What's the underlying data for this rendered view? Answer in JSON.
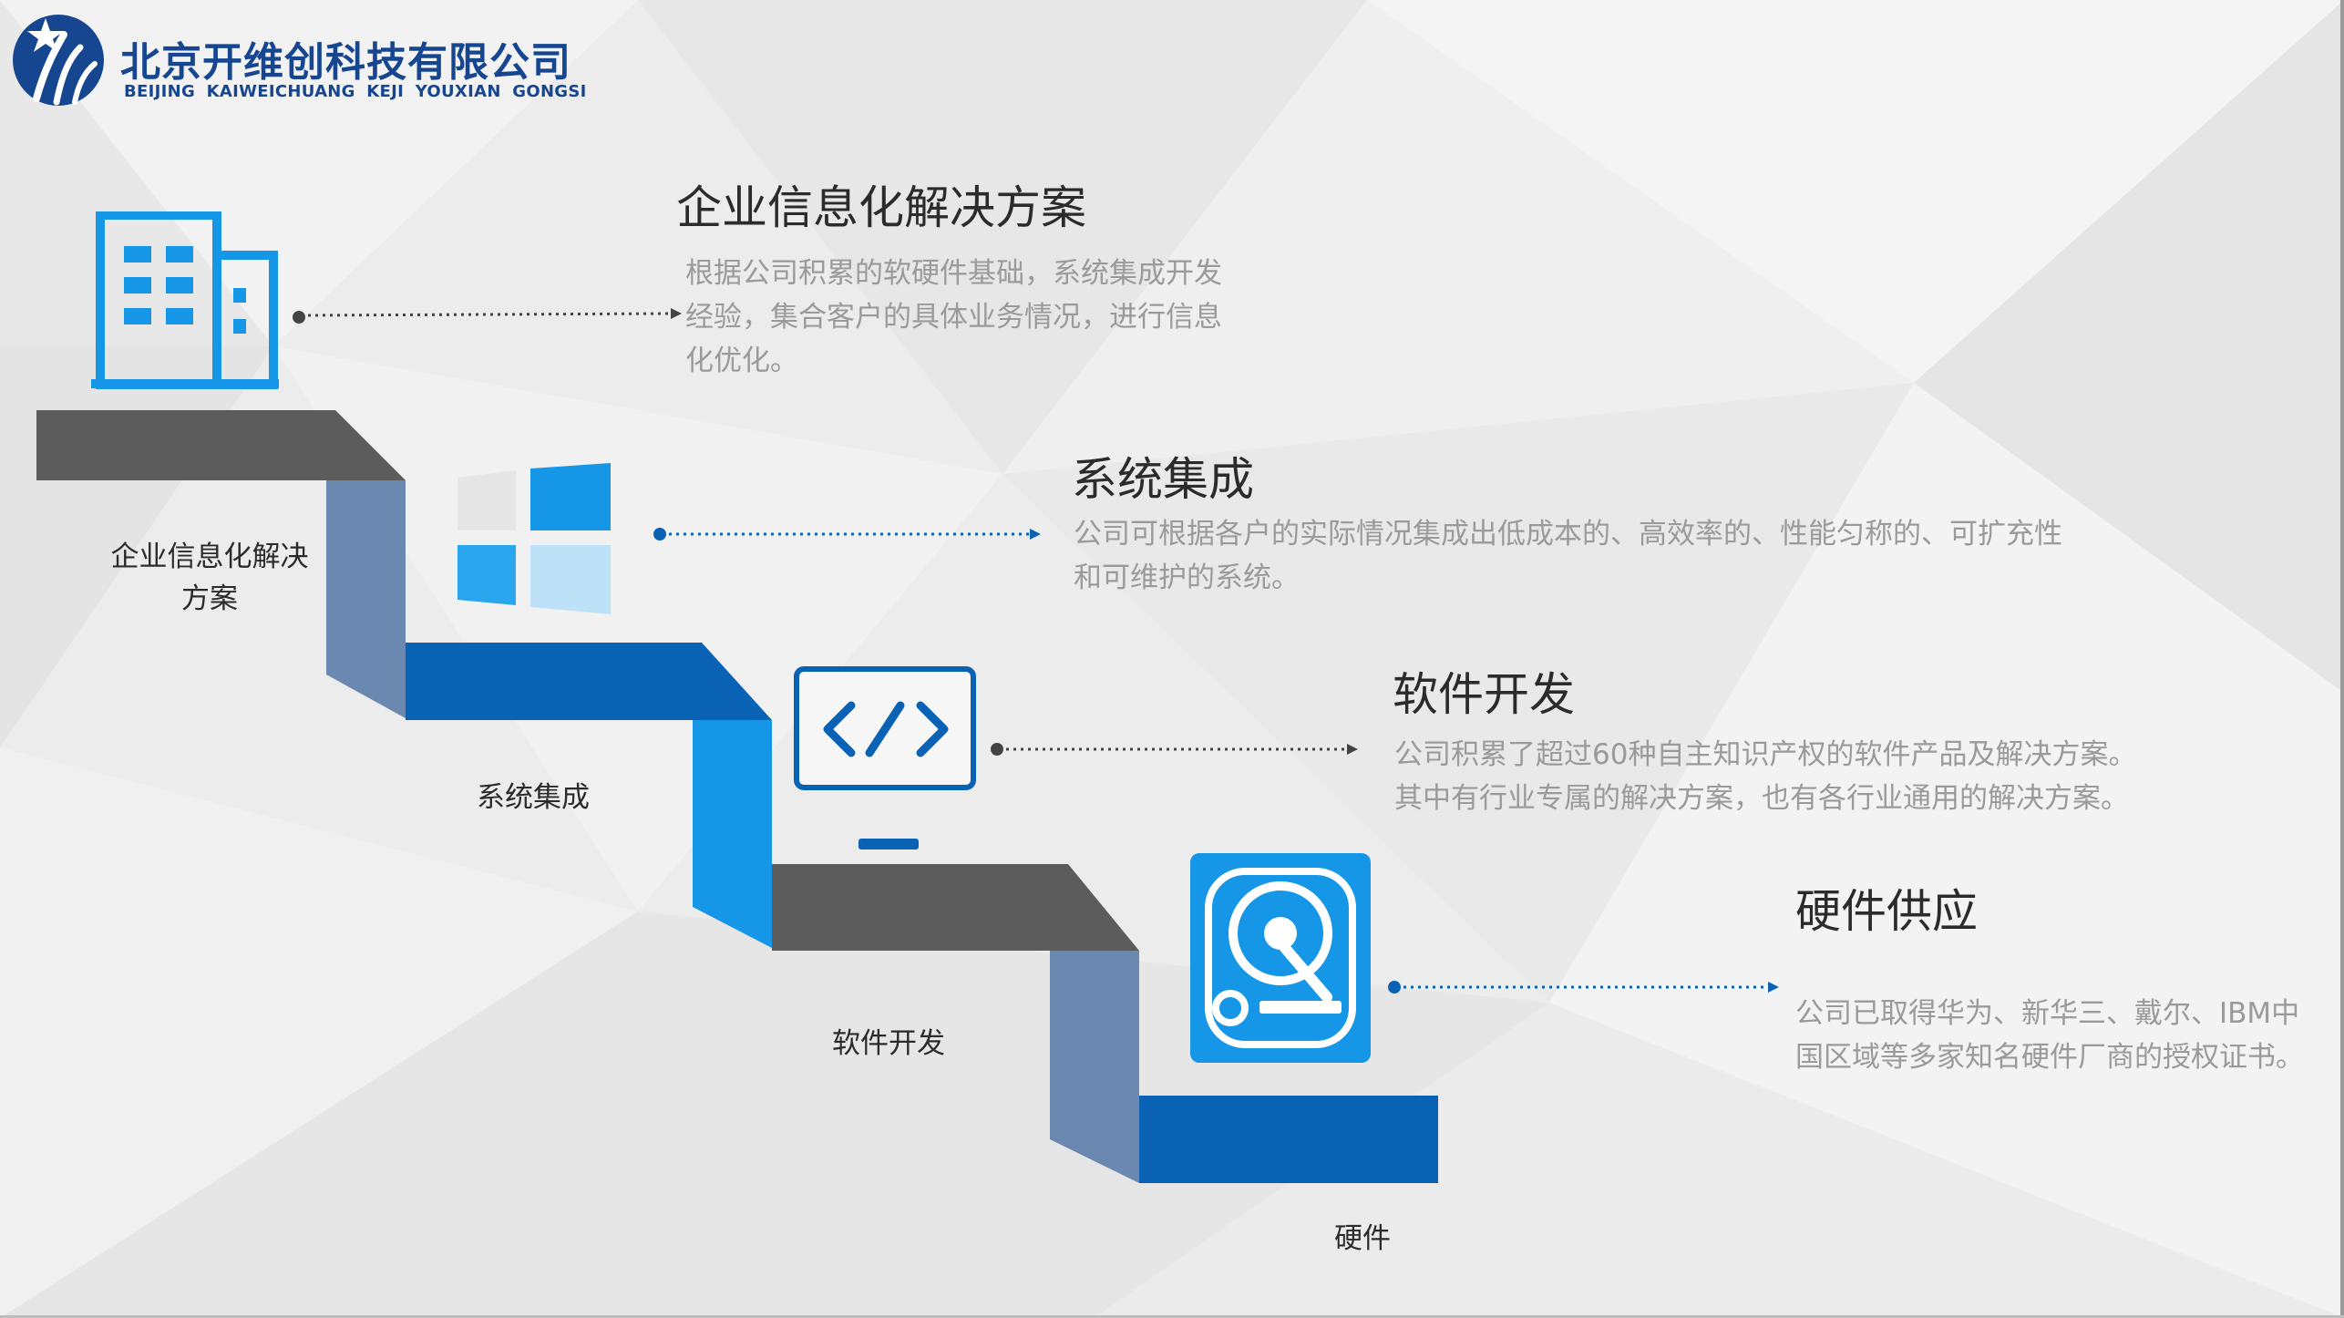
{
  "company": {
    "name_cn": "北京开维创科技有限公司",
    "name_en": "BEIJING KAIWEICHUANG KEJI YOUXIAN GONGSI"
  },
  "colors": {
    "brand": "#16468f",
    "blue_dark": "#0a62b5",
    "blue_light": "#1596e6",
    "stair_gray": "#5c5c5c",
    "stair_slate": "#6b88b0",
    "text_main": "#2b2b2b",
    "text_muted": "#9a9a9a"
  },
  "icons": [
    "logo-emblem-icon",
    "building-icon",
    "windows-icon",
    "code-monitor-icon",
    "hard-drive-icon"
  ],
  "sections": [
    {
      "title": "企业信息化解决方案",
      "desc_lines": [
        "根据公司积累的软硬件基础，系统集成开发",
        "经验，集合客户的具体业务情况，进行信息",
        "化优化。"
      ],
      "step_lines": [
        "企业信息化解决",
        "方案"
      ]
    },
    {
      "title": "系统集成",
      "desc_lines": [
        "公司可根据各户的实际情况集成出低成本的、高效率的、性能匀称的、可扩充性",
        "和可维护的系统。"
      ],
      "step_lines": [
        "系统集成"
      ]
    },
    {
      "title": "软件开发",
      "desc_lines": [
        "公司积累了超过60种自主知识产权的软件产品及解决方案。",
        "其中有行业专属的解决方案，也有各行业通用的解决方案。"
      ],
      "step_lines": [
        "软件开发"
      ]
    },
    {
      "title": "硬件供应",
      "desc_lines": [
        "公司已取得华为、新华三、戴尔、IBM中",
        "国区域等多家知名硬件厂商的授权证书。"
      ],
      "step_lines": [
        "硬件"
      ]
    }
  ]
}
